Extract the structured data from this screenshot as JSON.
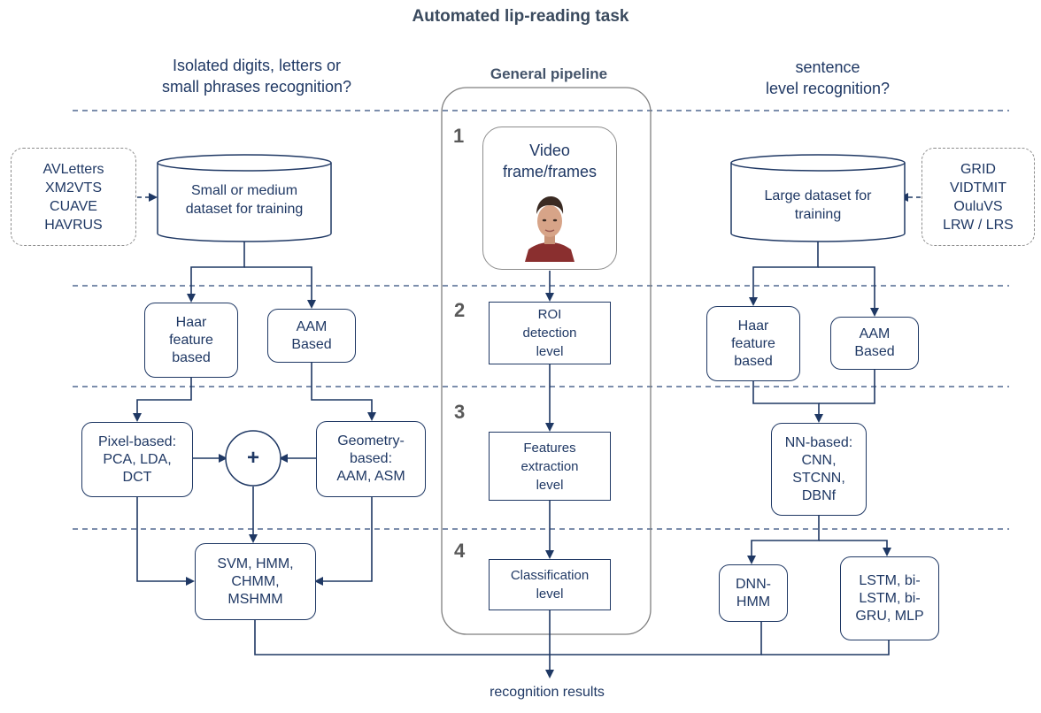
{
  "title": "Automated lip-reading task",
  "left_header": "Isolated digits, letters or\nsmall phrases recognition?",
  "right_header": "sentence\nlevel recognition?",
  "pipeline": {
    "title": "General pipeline",
    "steps": [
      "1",
      "2",
      "3",
      "4"
    ],
    "video_label": "Video\nframe/frames",
    "roi": "ROI\ndetection\nlevel",
    "features": "Features\nextraction\nlevel",
    "classification": "Classification\nlevel"
  },
  "left": {
    "datasets": "AVLetters\nXM2VTS\nCUAVE\nHAVRUS",
    "dataset_cylinder": "Small or medium\ndataset for training",
    "haar": "Haar\nfeature\nbased",
    "aam": "AAM\nBased",
    "pixel": "Pixel-based:\nPCA, LDA,\nDCT",
    "plus": "+",
    "geometry": "Geometry-\nbased:\nAAM, ASM",
    "classifiers": "SVM, HMM,\nCHMM,\nMSHMM"
  },
  "right": {
    "datasets": "GRID\nVIDTMIT\nOuluVS\nLRW / LRS",
    "dataset_cylinder": "Large dataset for\ntraining",
    "haar": "Haar\nfeature\nbased",
    "aam": "AAM\nBased",
    "nn": "NN-based:\nCNN,\nSTCNN,\nDBNf",
    "dnn_hmm": "DNN-\nHMM",
    "lstm": "LSTM, bi-\nLSTM, bi-\nGRU, MLP"
  },
  "result": "recognition results",
  "colors": {
    "line": "#1f3864",
    "dashed_separator": "#2e4a7a",
    "dataset_border": "#8c8c8c",
    "pipeline_border": "#7f7f7f"
  }
}
